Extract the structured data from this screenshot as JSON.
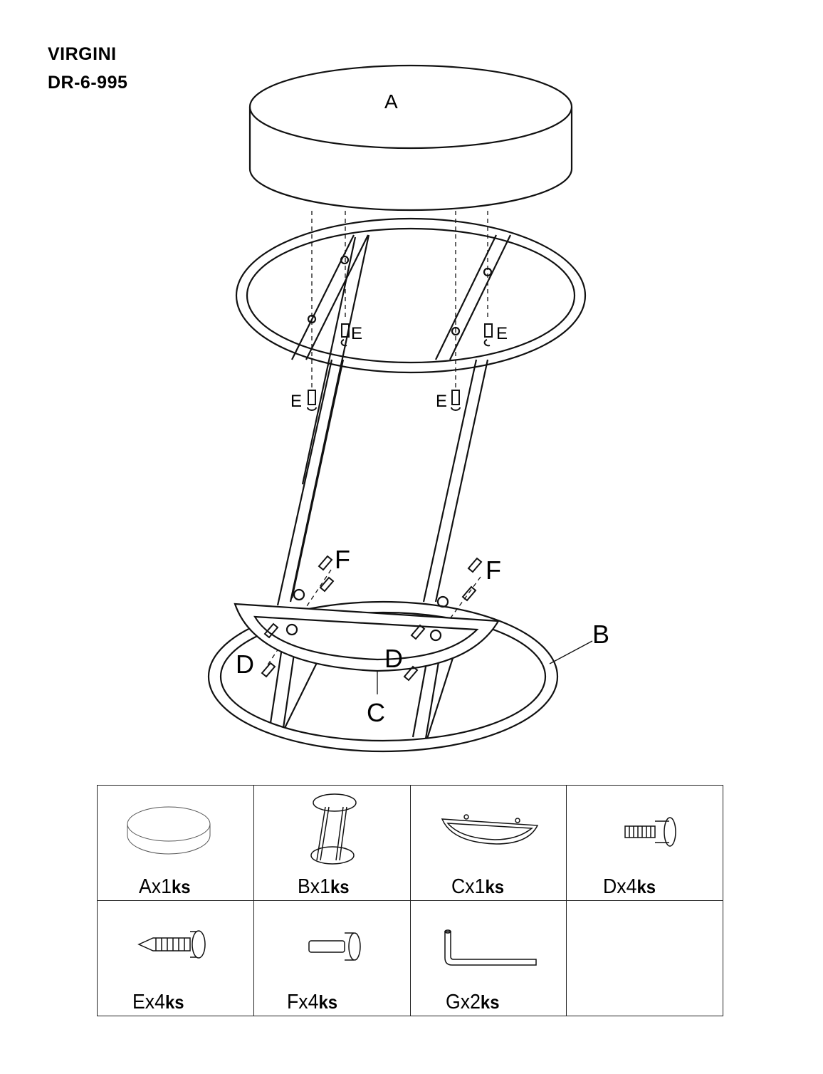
{
  "header": {
    "model_name": "VIRGINI",
    "model_code": "DR-6-995"
  },
  "diagram": {
    "labels": {
      "A": "A",
      "B": "B",
      "C": "C",
      "D": "D",
      "E": "E",
      "F": "F"
    }
  },
  "parts": [
    {
      "code": "Ax1",
      "unit": "ks",
      "icon": "seat-cushion-icon"
    },
    {
      "code": "Bx1",
      "unit": "ks",
      "icon": "frame-icon"
    },
    {
      "code": "Cx1",
      "unit": "ks",
      "icon": "footrest-icon"
    },
    {
      "code": "Dx4",
      "unit": "ks",
      "icon": "bolt-icon"
    },
    {
      "code": "Ex4",
      "unit": "ks",
      "icon": "wood-screw-icon"
    },
    {
      "code": "Fx4",
      "unit": "ks",
      "icon": "barrel-bolt-icon"
    },
    {
      "code": "Gx2",
      "unit": "ks",
      "icon": "allen-key-icon"
    }
  ]
}
